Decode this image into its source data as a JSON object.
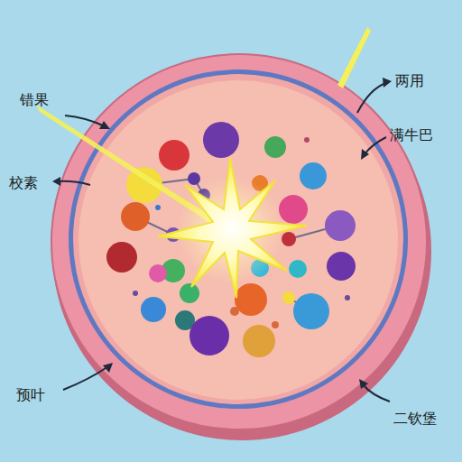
{
  "diagram": {
    "labels": [
      "错果",
      "两用",
      "满牛巴",
      "校素",
      "预叶",
      "二钦堡"
    ]
  }
}
